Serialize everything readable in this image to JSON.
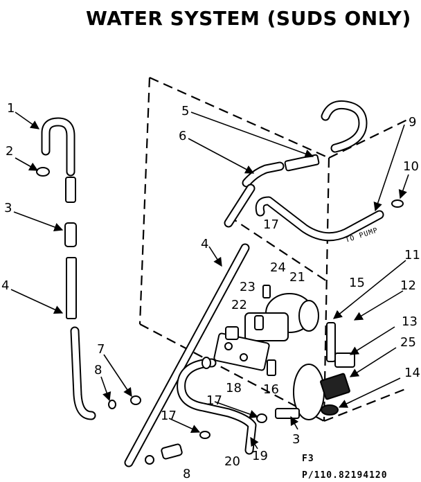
{
  "title": "WATER SYSTEM (SUDS ONLY)",
  "callouts": {
    "c1": "1",
    "c2": "2",
    "c3a": "3",
    "c4a": "4",
    "c5": "5",
    "c6": "6",
    "c4b": "4",
    "c17a": "17",
    "c9": "9",
    "c10": "10",
    "c11": "11",
    "c24": "24",
    "c21": "21",
    "c23": "23",
    "c15": "15",
    "c12": "12",
    "c22": "22",
    "c13": "13",
    "c25": "25",
    "c7": "7",
    "c8a": "8",
    "c18": "18",
    "c16": "16",
    "c14": "14",
    "c17b": "17",
    "c17c": "17",
    "c3b": "3",
    "c19": "19",
    "c8b": "8",
    "c20": "20"
  },
  "to_pump_label": "TO PUMP",
  "figure_id": "F3",
  "part_number": "P/110.82194120",
  "colors": {
    "ink": "#000000",
    "paper": "#ffffff"
  }
}
